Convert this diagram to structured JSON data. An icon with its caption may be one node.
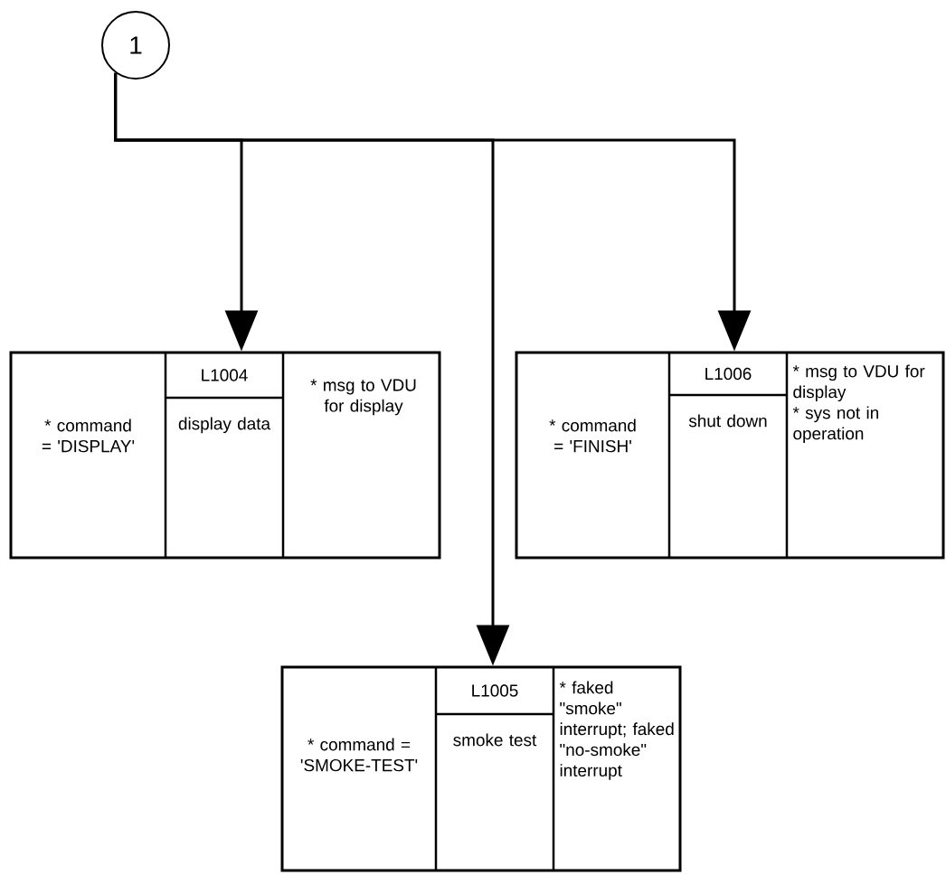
{
  "diagram": {
    "nodes": [
      {
        "text": [
          "1"
        ]
      },
      {
        "text": [
          "* command = 'DISPLAY'",
          "L1004",
          "display data",
          "* msg to VDU for display"
        ]
      },
      {
        "text": [
          "* command = 'FINISH'",
          "L1006",
          "shut down",
          "* msg to VDU for display",
          "* sys not in operation"
        ]
      },
      {
        "text": [
          "* command = 'SMOKE-TEST'",
          "L1005",
          "smoke test",
          "* faked \"smoke\" interrupt; faked \"no-smoke\" interrupt"
        ]
      }
    ],
    "edges": [
      {
        "from": 0,
        "to": 1,
        "arrow": "to"
      },
      {
        "from": 0,
        "to": 3,
        "arrow": "to"
      },
      {
        "from": 0,
        "to": 2,
        "arrow": "to"
      }
    ]
  }
}
